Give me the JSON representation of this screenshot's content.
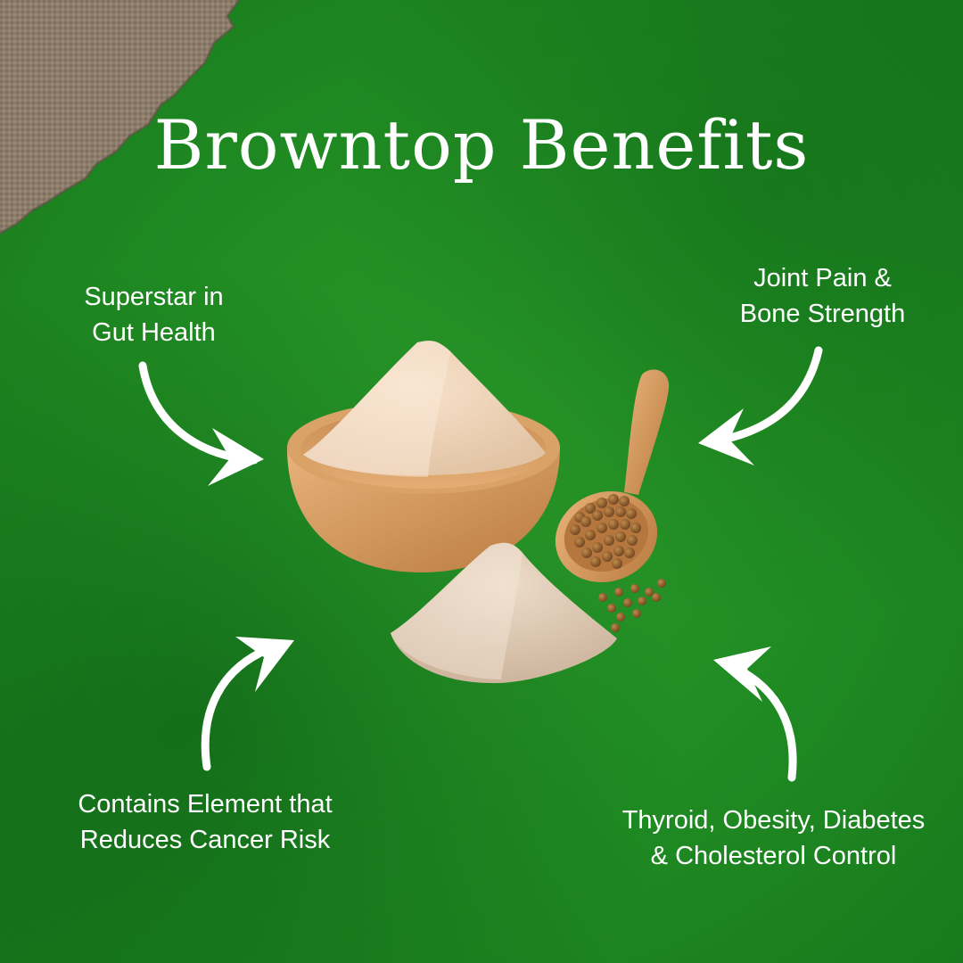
{
  "title": "Browntop Benefits",
  "benefits": [
    {
      "line1": "Superstar in",
      "line2": "Gut Health"
    },
    {
      "line1": "Joint Pain &",
      "line2": "Bone Strength"
    },
    {
      "line1": "Contains Element that",
      "line2": "Reduces Cancer Risk"
    },
    {
      "line1": "Thyroid, Obesity, Diabetes",
      "line2": "& Cholesterol Control"
    }
  ],
  "colors": {
    "background": "#1f8a22",
    "text": "#ffffff",
    "burlap": "#8a7a68"
  },
  "icons": [
    "curved-arrow-icon",
    "wooden-bowl-icon",
    "wooden-spoon-icon",
    "millet-flour-icon",
    "millet-seed-icon"
  ]
}
